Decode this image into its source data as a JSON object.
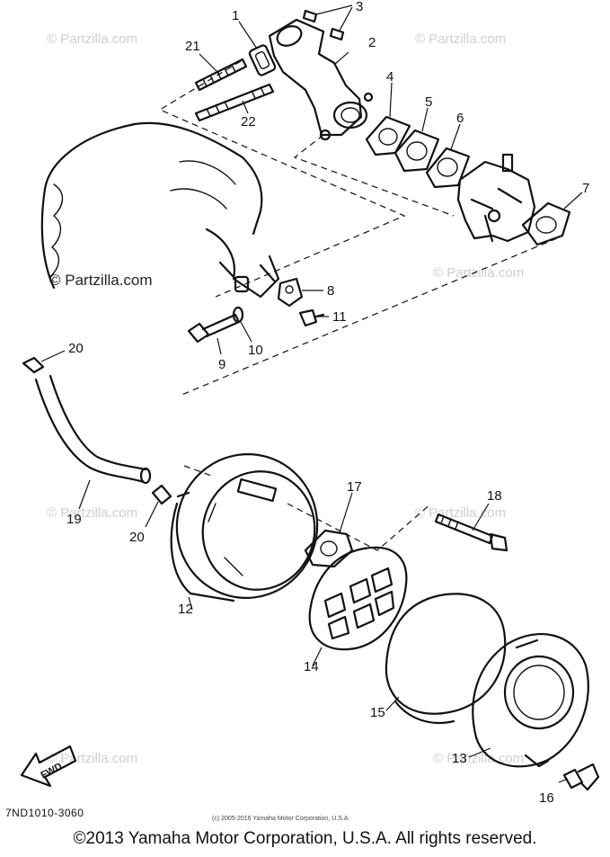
{
  "watermarks": {
    "faint": "© Partzilla.com",
    "main": "© Partzilla.com"
  },
  "callouts": {
    "c1": "1",
    "c2": "2",
    "c3": "3",
    "c4": "4",
    "c5": "5",
    "c6": "6",
    "c7": "7",
    "c8": "8",
    "c9": "9",
    "c10": "10",
    "c11": "11",
    "c12": "12",
    "c13": "13",
    "c14": "14",
    "c15": "15",
    "c16": "16",
    "c17": "17",
    "c18": "18",
    "c19": "19",
    "c20a": "20",
    "c20b": "20",
    "c21": "21",
    "c22": "22"
  },
  "fwd_label": "FWD",
  "diagram_code": "7ND1010-3060",
  "small_copyright": "(c) 2005-2016 Yamaha Motor Corporation, U.S.A.",
  "copyright": "©2013 Yamaha Motor Corporation, U.S.A. All rights reserved."
}
